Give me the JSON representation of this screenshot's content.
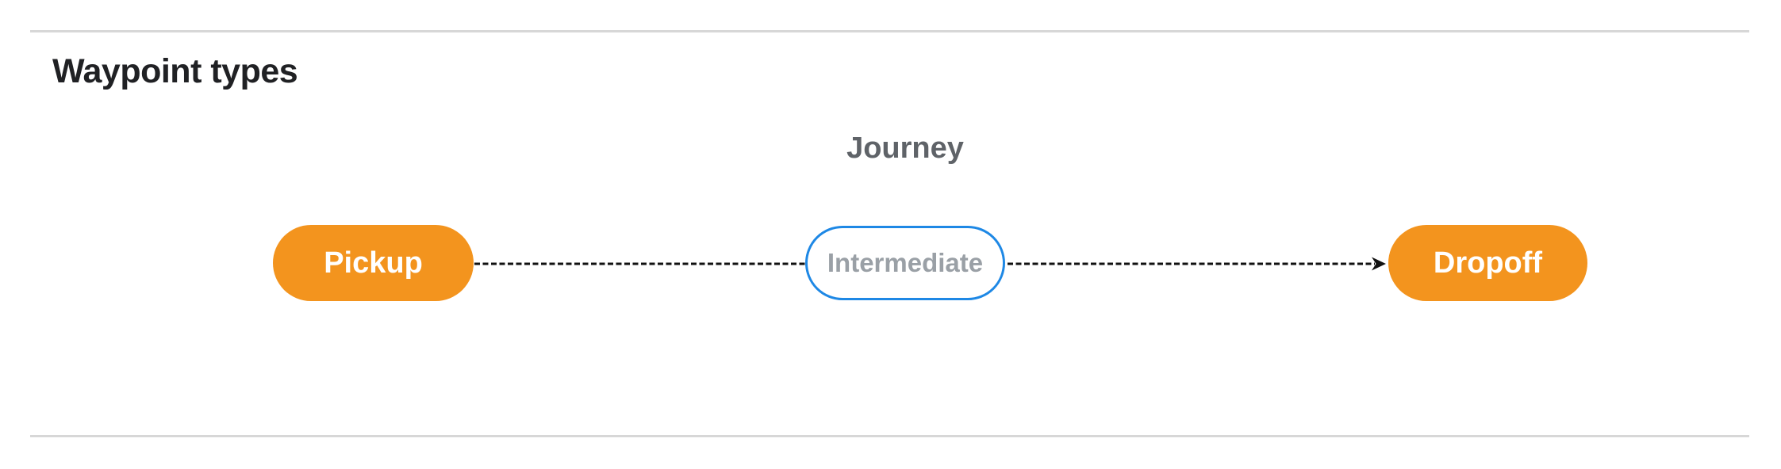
{
  "section": {
    "title": "Waypoint types",
    "title_color": "#202124"
  },
  "diagram": {
    "label": "Journey",
    "label_color": "#5f6368",
    "nodes": [
      {
        "id": "pickup",
        "label": "Pickup",
        "type": "terminal",
        "fill": "#f3941e",
        "text_color": "#ffffff"
      },
      {
        "id": "intermediate",
        "label": "Intermediate",
        "type": "intermediate",
        "fill": "#ffffff",
        "border_color": "#1e88e5",
        "text_color": "#9aa0a6"
      },
      {
        "id": "dropoff",
        "label": "Dropoff",
        "type": "terminal",
        "fill": "#f3941e",
        "text_color": "#ffffff"
      }
    ],
    "edge": {
      "style": "dashed",
      "color": "#111111",
      "direction": "left-to-right",
      "arrowhead_at": "dropoff"
    }
  },
  "dividers": {
    "color": "#d7d7d7"
  }
}
